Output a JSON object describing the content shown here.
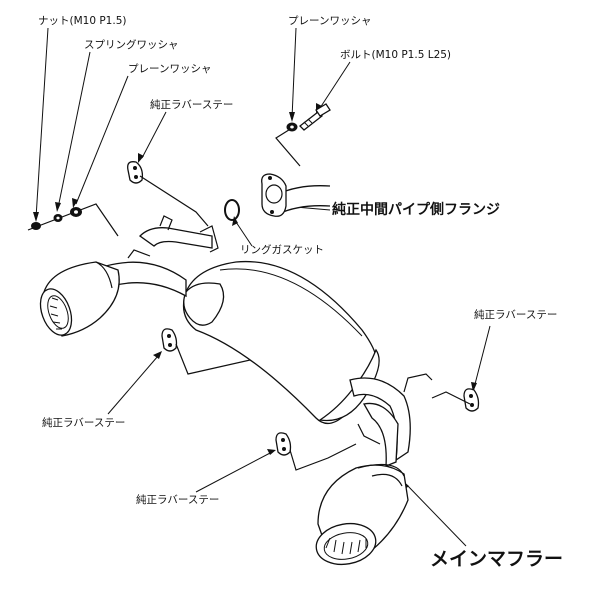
{
  "labels": {
    "nut": "ナット(M10 P1.5)",
    "spring_washer": "スプリングワッシャ",
    "plain_washer_left": "プレーンワッシャ",
    "rubber_stay_top": "純正ラバーステー",
    "plain_washer_right": "プレーンワッシャ",
    "bolt": "ボルト(M10 P1.5 L25)",
    "mid_pipe_flange": "純正中間パイプ側フランジ",
    "ring_gasket": "リングガスケット",
    "rubber_stay_right": "純正ラバーステー",
    "rubber_stay_left": "純正ラバーステー",
    "rubber_stay_bottom": "純正ラバーステー",
    "main_muffler": "メインマフラー"
  }
}
